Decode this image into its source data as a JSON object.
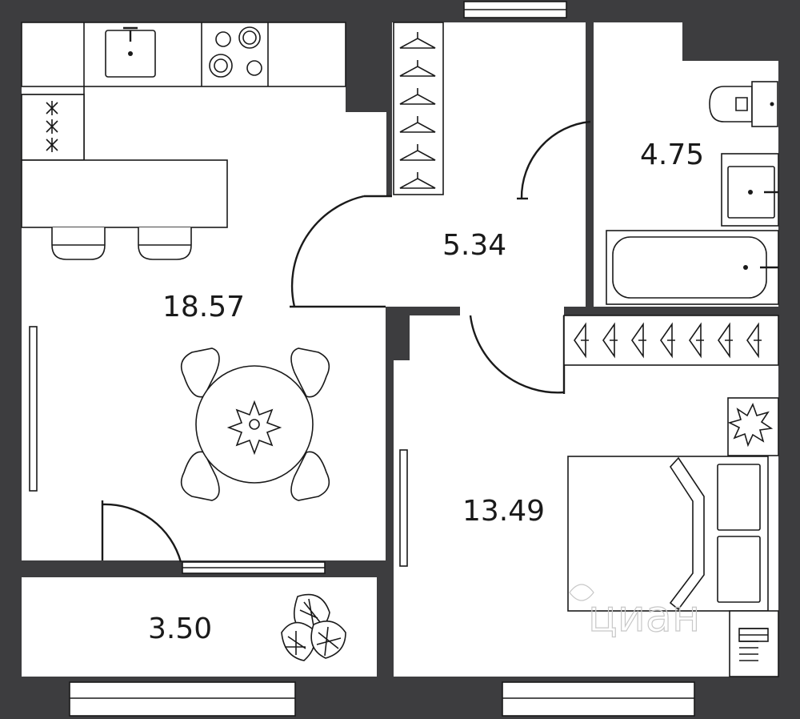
{
  "rooms": {
    "kitchen_living": {
      "area": "18.57"
    },
    "hallway": {
      "area": "5.34"
    },
    "bathroom": {
      "area": "4.75"
    },
    "bedroom": {
      "area": "13.49"
    },
    "balcony": {
      "area": "3.50"
    }
  },
  "watermark": {
    "text": "циан"
  },
  "colors": {
    "wall": "#3d3d3f",
    "floor": "#ffffff",
    "line": "#1a1a1a"
  }
}
